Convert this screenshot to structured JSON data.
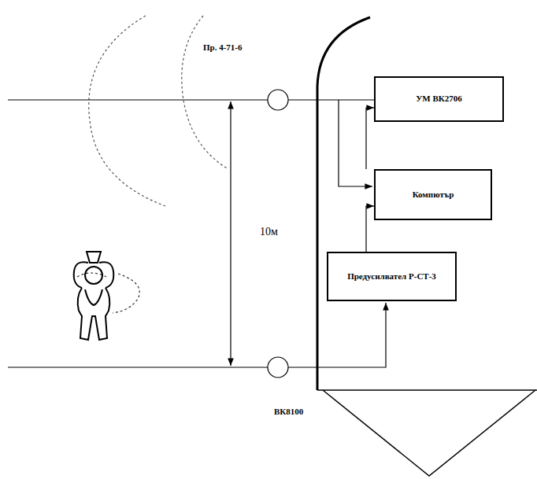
{
  "diagram": {
    "nodes": [
      {
        "text": [
          "УМ ВК2706"
        ]
      },
      {
        "text": [
          "Компютър"
        ]
      },
      {
        "text": [
          "Предусилвател Р-СТ-3"
        ]
      }
    ],
    "edges": [
      {
        "from": 1,
        "to": 0,
        "arrow": "to"
      },
      {
        "from": 2,
        "to": 1,
        "arrow": "to"
      }
    ],
    "labels": [
      "Пр. 4-71-6",
      "10м",
      "ВК8100"
    ]
  }
}
